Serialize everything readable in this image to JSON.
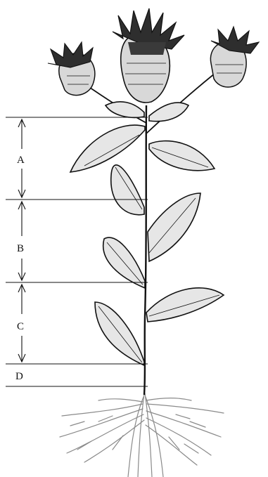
{
  "diagram": {
    "segments": [
      {
        "label": "A"
      },
      {
        "label": "B"
      },
      {
        "label": "C"
      },
      {
        "label": "D"
      }
    ]
  },
  "colors": {
    "ink": "#111111",
    "leaf_fill": "#e6e6e6",
    "head_fill": "#2e2e2e",
    "root": "#8a8a8a"
  }
}
